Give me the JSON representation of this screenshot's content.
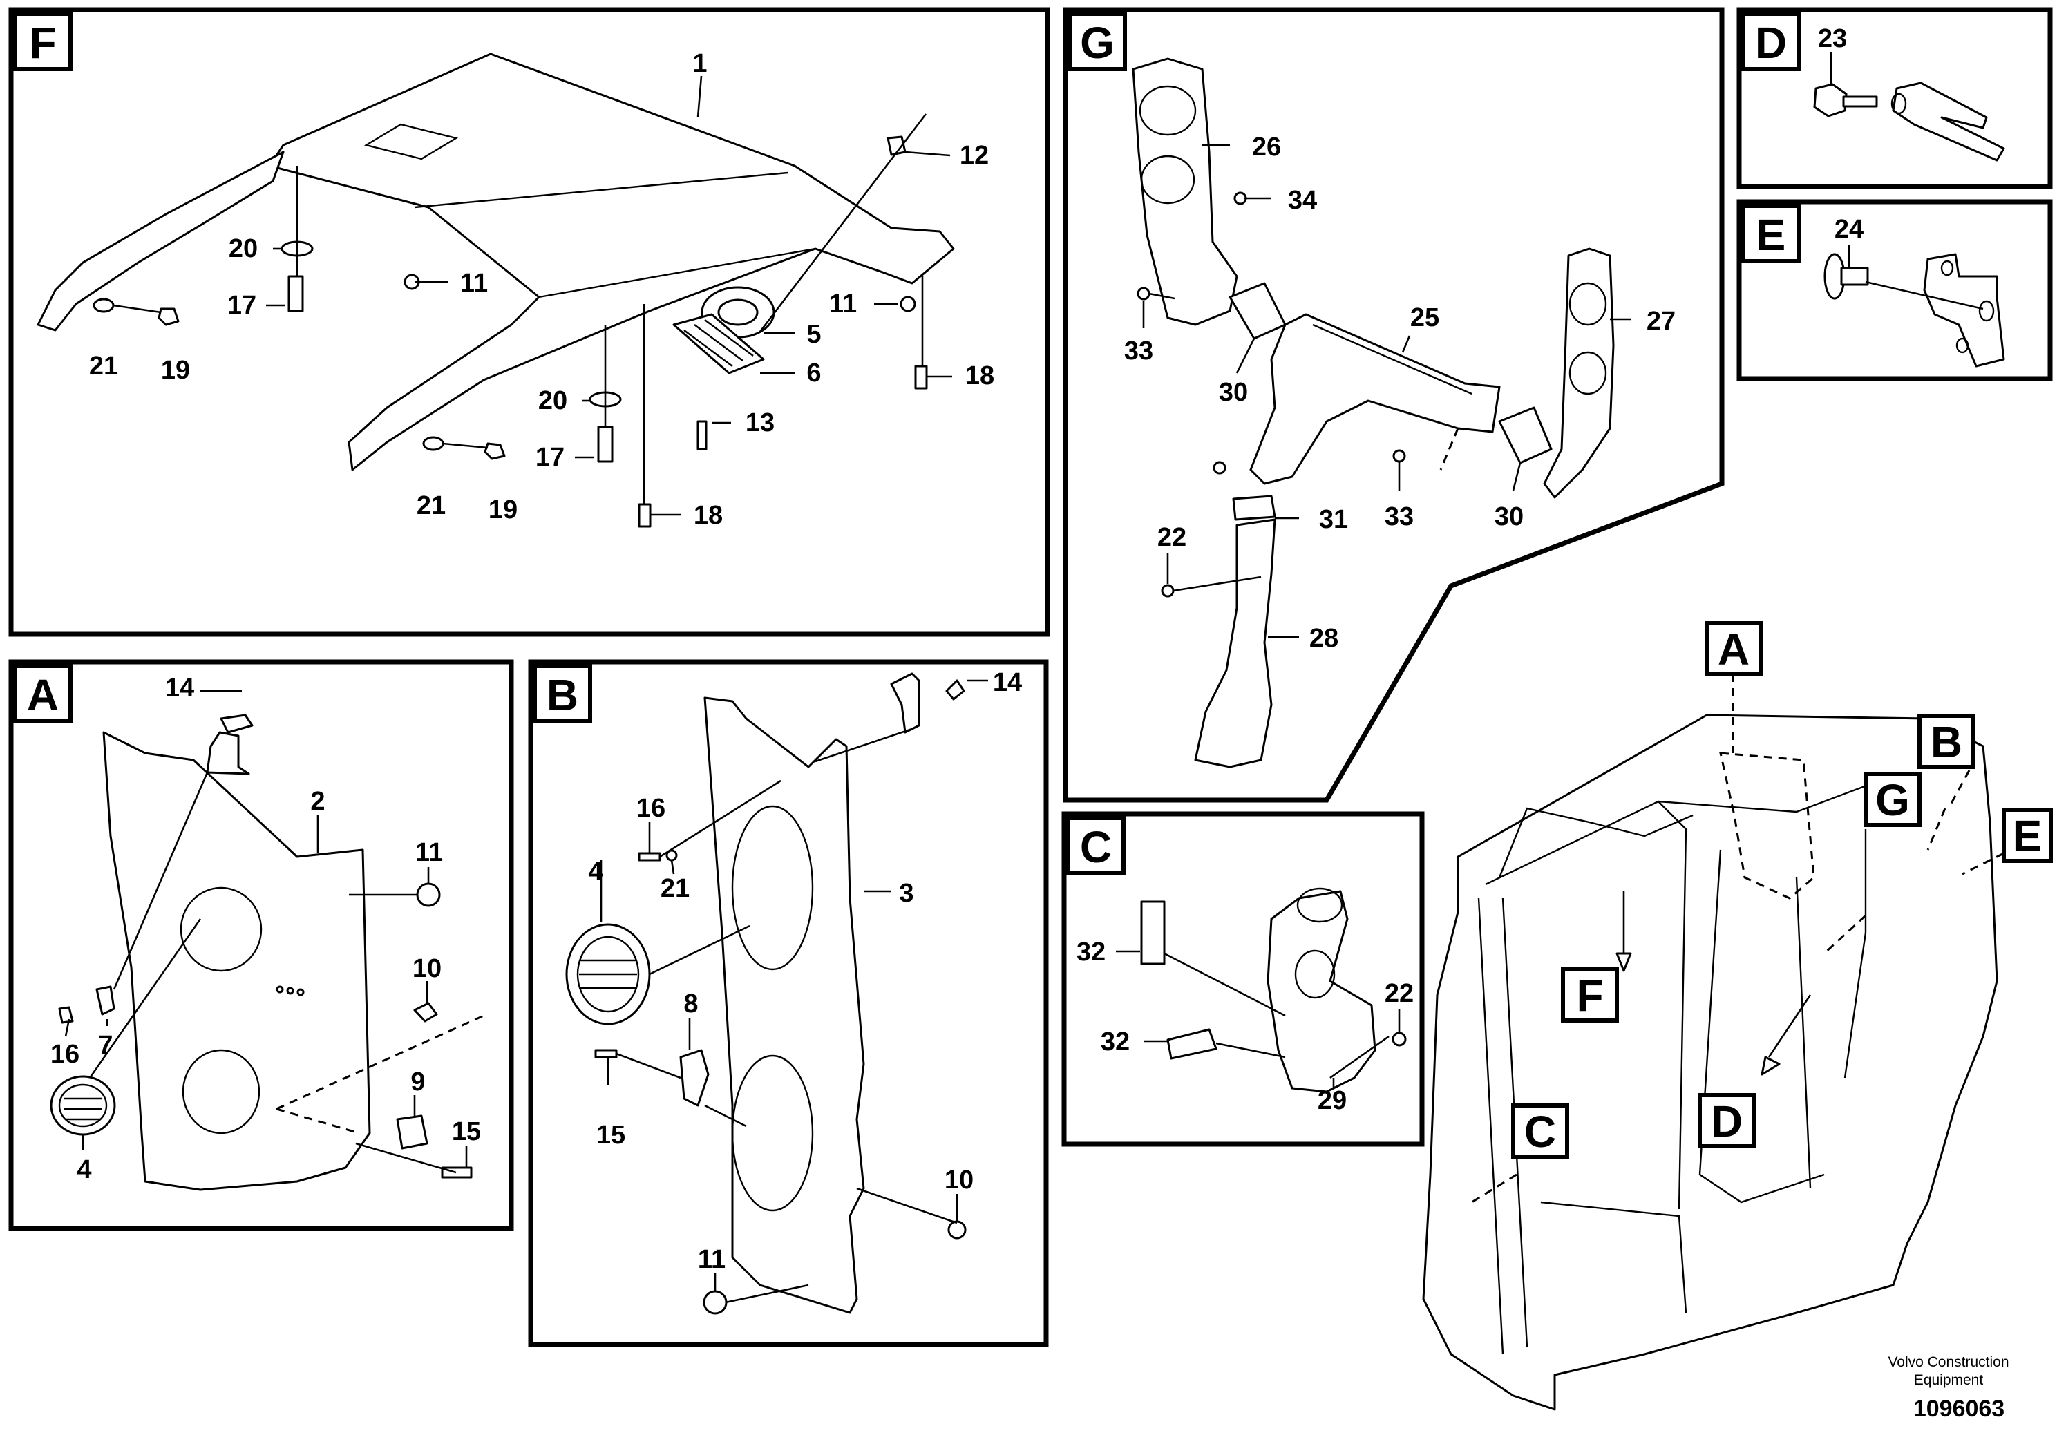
{
  "panels": {
    "F": {
      "letter": "F",
      "callouts": [
        "1",
        "12",
        "5",
        "6",
        "13",
        "11",
        "18",
        "20",
        "17",
        "21",
        "19",
        "11",
        "20",
        "17",
        "21",
        "19",
        "18"
      ]
    },
    "G": {
      "letter": "G",
      "callouts": [
        "26",
        "34",
        "33",
        "25",
        "27",
        "30",
        "33",
        "30",
        "31",
        "22",
        "28"
      ]
    },
    "D": {
      "letter": "D",
      "callouts": [
        "23"
      ]
    },
    "E": {
      "letter": "E",
      "callouts": [
        "24"
      ]
    },
    "A": {
      "letter": "A",
      "callouts": [
        "14",
        "2",
        "11",
        "10",
        "7",
        "16",
        "9",
        "15",
        "4"
      ]
    },
    "B": {
      "letter": "B",
      "callouts": [
        "14",
        "16",
        "21",
        "3",
        "4",
        "8",
        "15",
        "10",
        "11"
      ]
    },
    "C": {
      "letter": "C",
      "callouts": [
        "32",
        "32",
        "22",
        "29"
      ]
    }
  },
  "overview_tags": [
    "A",
    "B",
    "G",
    "E",
    "F",
    "D",
    "C"
  ],
  "footer": {
    "company_line1": "Volvo Construction",
    "company_line2": "Equipment",
    "drawing_number": "1096063"
  }
}
